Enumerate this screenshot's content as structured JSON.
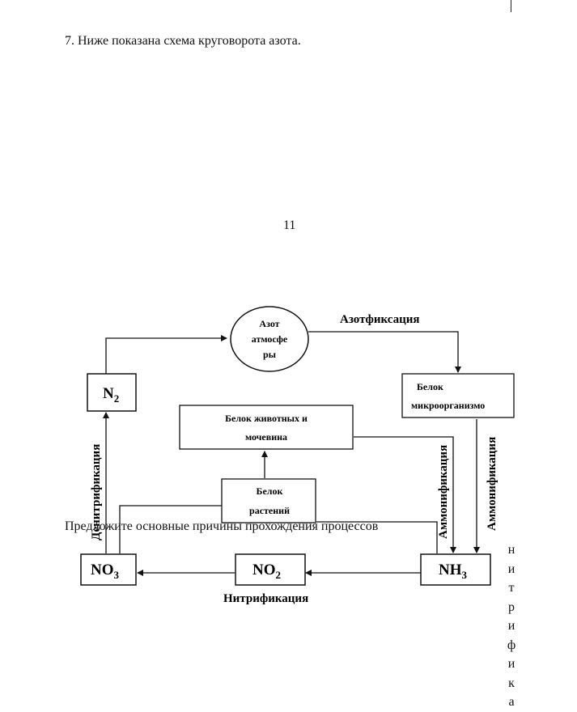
{
  "task": {
    "text": "7. Ниже показана схема круговорота азота."
  },
  "page_number": "11",
  "prompt_text": "Предложите основные причины прохождения процессов",
  "vertical_letters": [
    "н",
    "и",
    "т",
    "р",
    "и",
    "ф",
    "и",
    "к",
    "а"
  ],
  "diagram": {
    "atm": {
      "lines": [
        "Азот",
        "атмосфе",
        "ры"
      ]
    },
    "microbe_protein": {
      "lines": [
        "Белок",
        "микроорганизмо"
      ]
    },
    "animal_protein": {
      "lines": [
        "Белок животных и",
        "мочевина"
      ]
    },
    "plant_protein": {
      "lines": [
        "Белок",
        "растений"
      ]
    },
    "n2": {
      "main": "N",
      "sub": "2"
    },
    "no3": {
      "main": "NO",
      "sub": "3"
    },
    "no2": {
      "main": "NO",
      "sub": "2"
    },
    "nh3": {
      "main": "NH",
      "sub": "3"
    },
    "labels": {
      "azotfixation": "Азотфиксация",
      "denitrification": "Денитрификация",
      "nitrification": "Нитрификация",
      "ammonification_left": "Аммонификация",
      "ammonification_right": "Аммонификация"
    }
  }
}
